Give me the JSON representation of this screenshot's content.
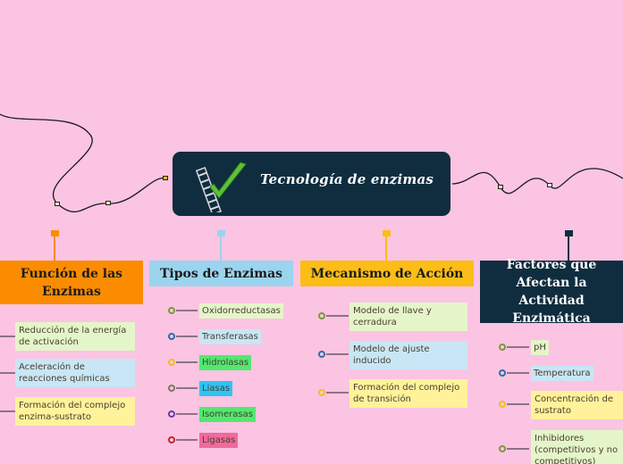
{
  "central": {
    "title": "Tecnología de enzimas"
  },
  "branches": [
    {
      "title": "Función de las Enzimas",
      "color": "#fb8c00",
      "items": [
        "Reducción de la energía de activación",
        "Aceleración de reacciones químicas",
        "Formación del complejo enzima-sustrato"
      ]
    },
    {
      "title": "Tipos de Enzimas",
      "color": "#9bd4ee",
      "items": [
        "Oxidorreductasas",
        "Transferasas",
        "Hidrolasas",
        "Liasas",
        "Isomerasas",
        "Ligasas"
      ]
    },
    {
      "title": "Mecanismo de Acción",
      "color": "#fcbd16",
      "items": [
        "Modelo de llave y cerradura",
        "Modelo de ajuste inducido",
        "Formación del complejo de transición"
      ]
    },
    {
      "title": "Factores que Afectan la Actividad Enzimática",
      "color": "#0f2d3e",
      "items": [
        "pH",
        "Temperatura",
        "Concentración de sustrato",
        "Inhibidores (competitivos y no competitivos)"
      ]
    }
  ],
  "colors": {
    "background": "#fbc4e2",
    "green": "#7a9a3a",
    "blue": "#2a6fa8",
    "yellow": "#f0c020",
    "grey": "#7a7a5a",
    "purple": "#6a3fa0",
    "red": "#c0282a"
  },
  "icons": {
    "central": "checkmark-ladder-icon"
  }
}
